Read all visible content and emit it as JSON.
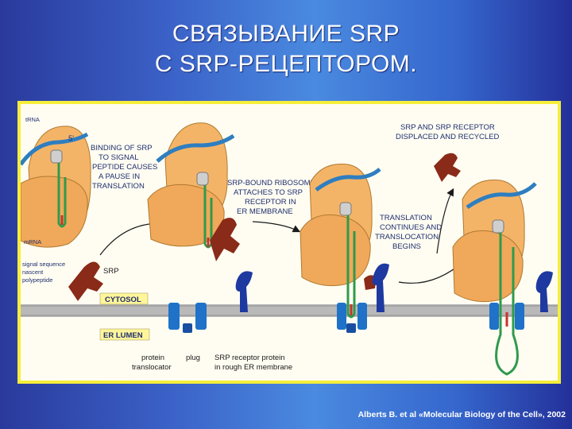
{
  "title": {
    "line1": "СВЯЗЫВАНИЕ SRP",
    "line2": "С SRP-РЕЦЕПТОРОМ."
  },
  "labels": {
    "trna": "tRNA",
    "five_prime": "5'",
    "mrna": "mRNA",
    "signal_sequence": "signal sequence",
    "nascent": "nascent",
    "polypeptide": "polypeptide",
    "srp": "SRP",
    "binding_line1": "BINDING OF SRP",
    "binding_line2": "TO SIGNAL",
    "binding_line3": "PEPTIDE CAUSES",
    "binding_line4": "A PAUSE IN",
    "binding_line5": "TRANSLATION",
    "attach_line1": "SRP-BOUND RIBOSOME",
    "attach_line2": "ATTACHES TO SRP",
    "attach_line3": "RECEPTOR IN",
    "attach_line4": "ER MEMBRANE",
    "recycle_line1": "SRP AND SRP RECEPTOR",
    "recycle_line2": "DISPLACED AND RECYCLED",
    "continue_line1": "TRANSLATION",
    "continue_line2": "CONTINUES AND",
    "continue_line3": "TRANSLOCATION",
    "continue_line4": "BEGINS",
    "cytosol": "CYTOSOL",
    "er_lumen": "ER LUMEN",
    "protein_line1": "protein",
    "protein_line2": "translocator",
    "plug": "plug",
    "receptor_line1": "SRP receptor protein",
    "receptor_line2": "in rough ER membrane"
  },
  "citation": "Alberts B. et al «Molecular Biology of the Cell», 2002",
  "colors": {
    "ribosome": "#f4b468",
    "ribosome_outline": "#b07a30",
    "srp": "#8a2a18",
    "receptor": "#1e3aa0",
    "translocator": "#1f72c8",
    "membrane": "#b8b8b8",
    "mrna": "#2e7ec0",
    "polypeptide": "#2f9a4c"
  }
}
